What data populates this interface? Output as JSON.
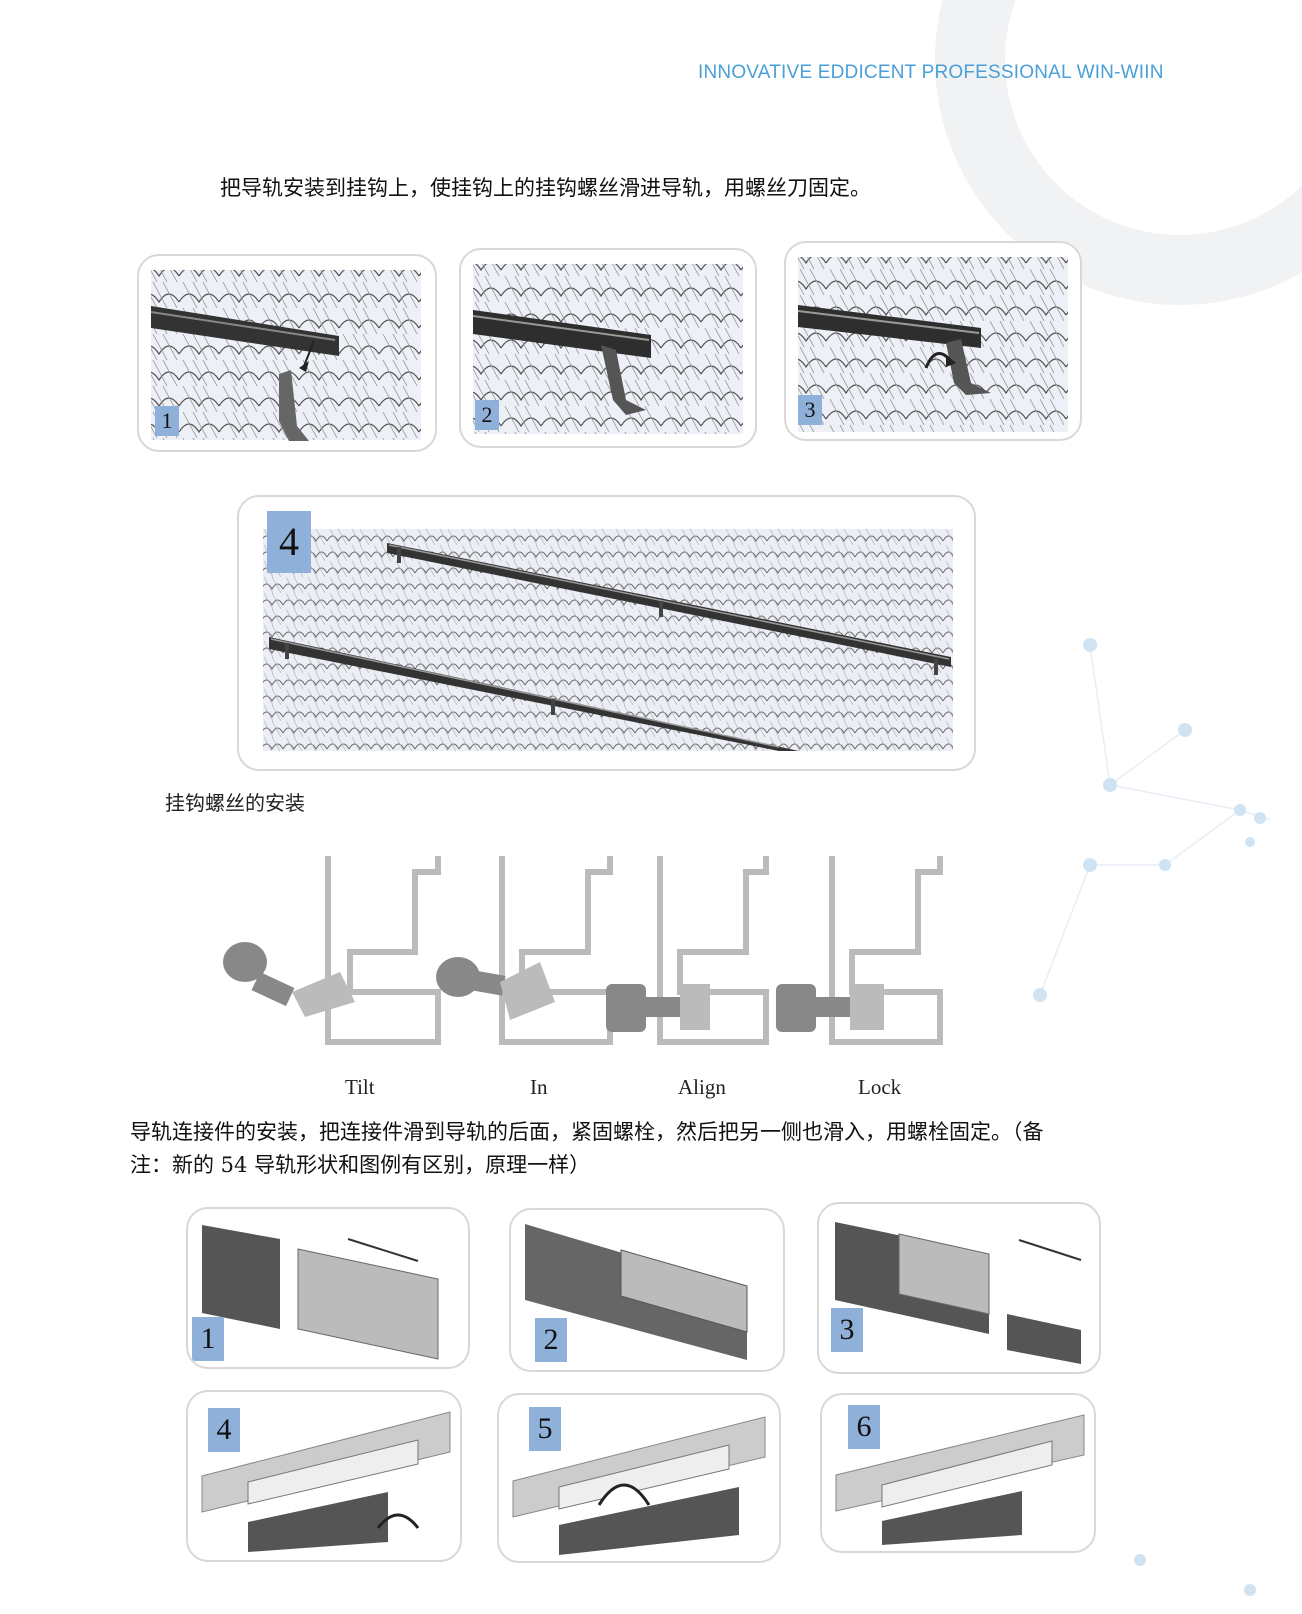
{
  "header": {
    "tagline": "INNOVATIVE EDDICENT PROFESSIONAL WIN-WIIN"
  },
  "intro_text": "把导轨安装到挂钩上，使挂钩上的挂钩螺丝滑进导轨，用螺丝刀固定。",
  "hook_install_steps": [
    "1",
    "2",
    "3",
    "4"
  ],
  "hook_screw_title": "挂钩螺丝的安装",
  "screw_steps": {
    "tilt": "Tilt",
    "in": "In",
    "align": "Align",
    "lock": "Lock"
  },
  "connector_text_line1": "导轨连接件的安装，把连接件滑到导轨的后面，紧固螺栓，然后把另一侧也滑入，用螺栓固定。（备",
  "connector_text_line2": "注：新的 54 导轨形状和图例有区别，原理一样）",
  "connector_steps": [
    "1",
    "2",
    "3",
    "4",
    "5",
    "6"
  ],
  "colors": {
    "header_blue": "#4a9fd8",
    "badge_blue": "#8fb0d8",
    "panel_border": "#d8d8d8"
  }
}
